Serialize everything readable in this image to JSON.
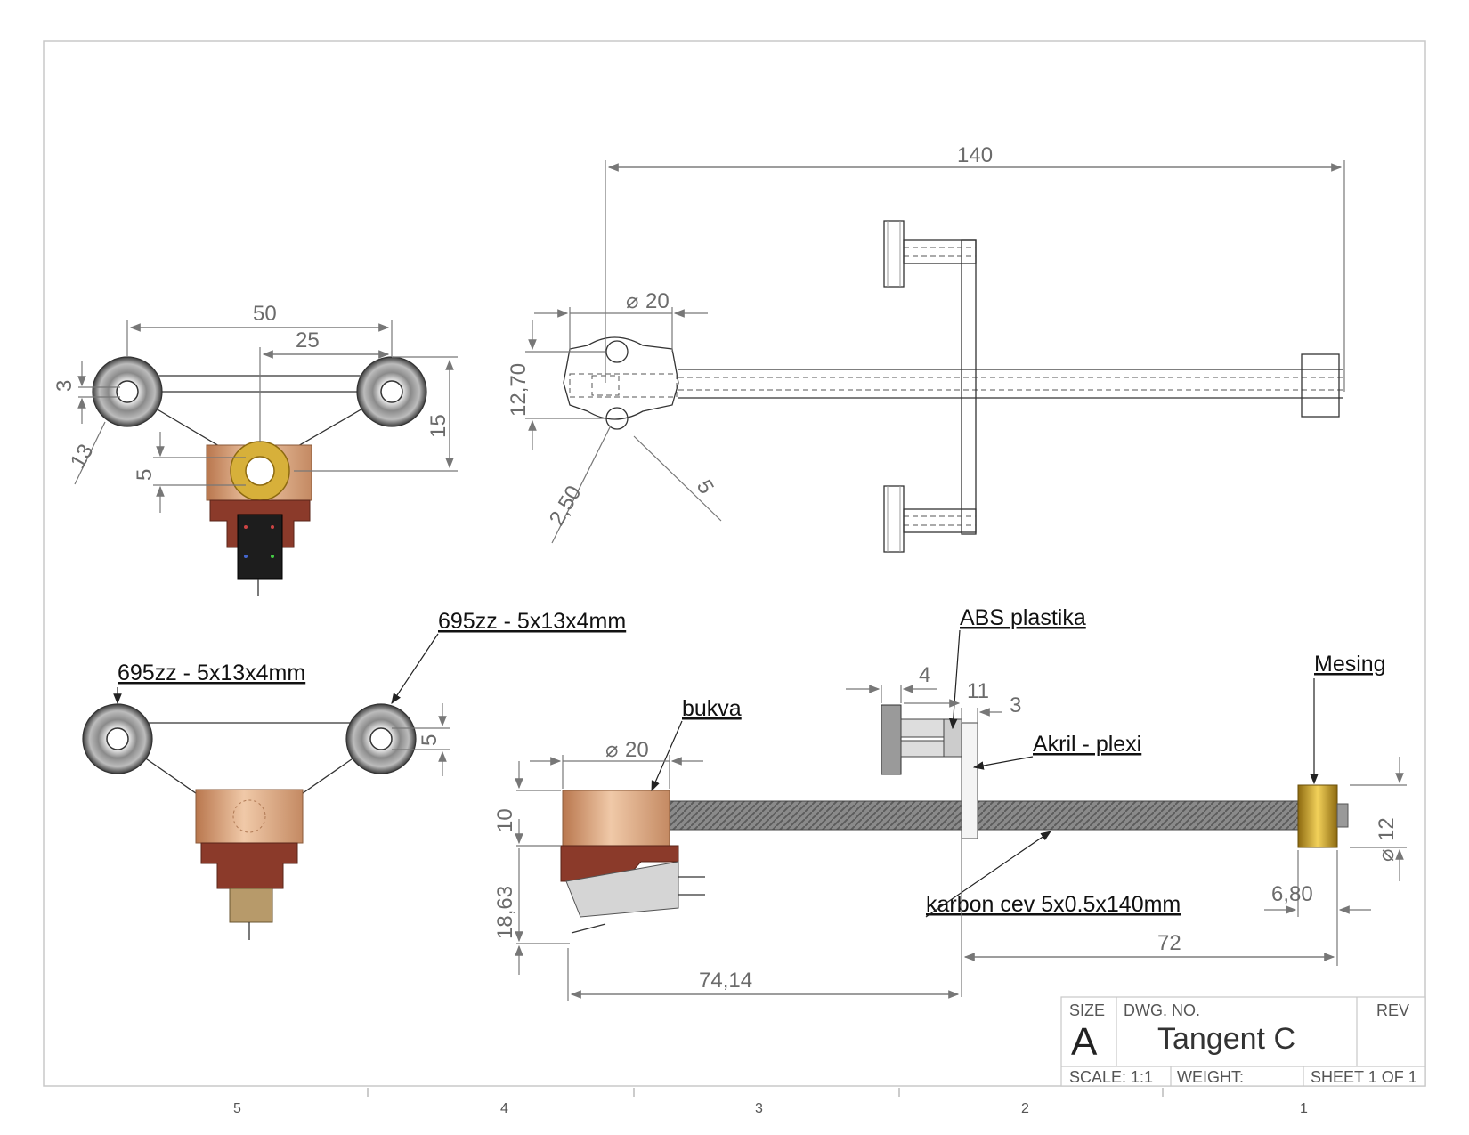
{
  "title_block": {
    "size_label": "SIZE",
    "size_value": "A",
    "dwg_no_label": "DWG.  NO.",
    "title": "Tangent C",
    "rev_label": "REV",
    "scale": "SCALE: 1:1",
    "weight": "WEIGHT:",
    "sheet": "SHEET 1 OF 1"
  },
  "zones": [
    "5",
    "4",
    "3",
    "2",
    "1"
  ],
  "top_left_view": {
    "dims": [
      "50",
      "25",
      "3",
      "13",
      "5",
      "15"
    ]
  },
  "top_right_view": {
    "dims": [
      "140",
      "20",
      "12,70",
      "2,50",
      "5"
    ]
  },
  "bottom_left_view": {
    "labels": [
      "695zz - 5x13x4mm",
      "695zz - 5x13x4mm"
    ],
    "dims": [
      "5"
    ]
  },
  "bottom_right_view": {
    "labels": {
      "abs": "ABS plastika",
      "akril": "Akril - plexi",
      "bukva": "bukva",
      "mesing": "Mesing",
      "karbon": "karbon cev 5x0.5x140mm"
    },
    "dims": [
      "4",
      "11",
      "3",
      "20",
      "10",
      "18,63",
      "12",
      "6,80",
      "72",
      "74,14"
    ]
  },
  "colors": {
    "wood": "#d9a27a",
    "cartridge_red": "#8b3a2a",
    "brass": "#c8a023",
    "carbon": "#7a7a7a",
    "bearing": "#555555"
  }
}
